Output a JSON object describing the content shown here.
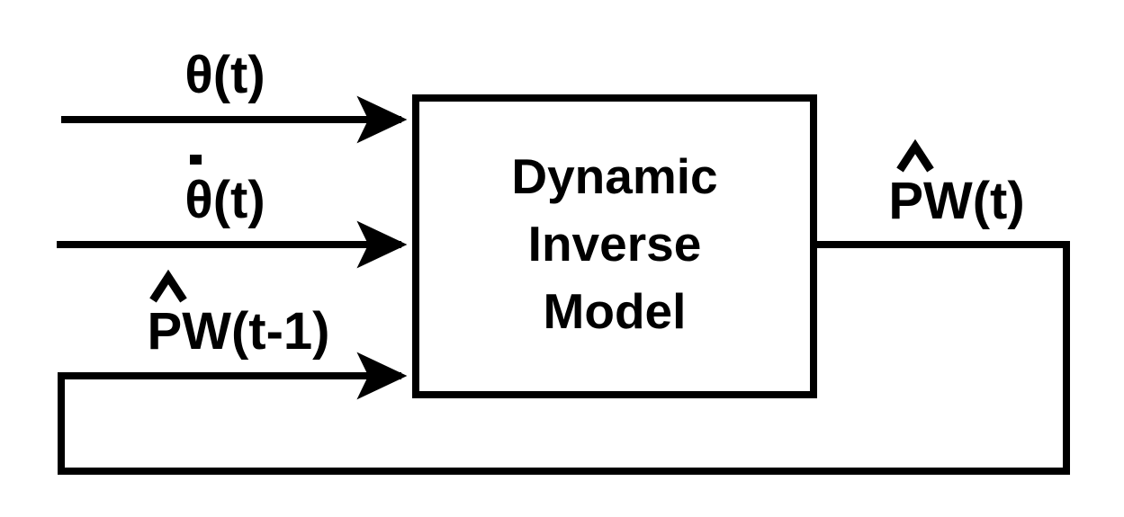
{
  "diagram": {
    "title": "Dynamic Inverse Model block diagram",
    "type": "block-diagram",
    "background_color": "#ffffff",
    "stroke_color": "#000000",
    "block": {
      "line1": "Dynamic",
      "line2": "Inverse",
      "line3": "Model"
    },
    "inputs": [
      {
        "id": "theta",
        "label": "θ(t)",
        "base": "θ(t)",
        "accent": "none"
      },
      {
        "id": "theta_dot",
        "label": "θ̇(t)",
        "base": "θ(t)",
        "accent": "dot"
      },
      {
        "id": "pw_prev",
        "label": "P̂W(t-1)",
        "base": "PW(t-1)",
        "accent": "hat"
      }
    ],
    "outputs": [
      {
        "id": "pw_now",
        "label": "P̂W(t)",
        "base": "PW(t)",
        "accent": "hat"
      }
    ],
    "feedback": {
      "from": "pw_now",
      "to": "pw_prev",
      "description": "output fed back as previous-step input"
    },
    "accents": {
      "dot_glyph": "˙",
      "hat_glyph": "^"
    }
  }
}
